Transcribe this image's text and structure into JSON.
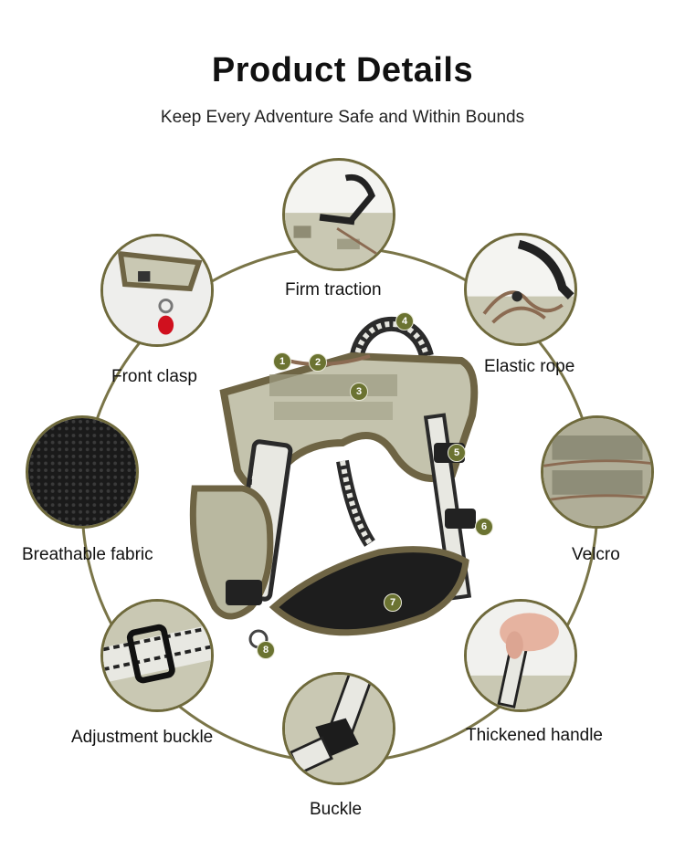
{
  "header": {
    "title": "Product Details",
    "subtitle": "Keep Every Adventure Safe and Within Bounds"
  },
  "features": [
    {
      "label": "Firm traction",
      "icon": "leash-clip-icon"
    },
    {
      "label": "Elastic rope",
      "icon": "elastic-rope-icon"
    },
    {
      "label": "Front clasp",
      "icon": "front-clasp-icon"
    },
    {
      "label": "Breathable fabric",
      "icon": "mesh-fabric-icon"
    },
    {
      "label": "Velcro",
      "icon": "velcro-patch-icon"
    },
    {
      "label": "Adjustment buckle",
      "icon": "adjustment-buckle-icon"
    },
    {
      "label": "Thickened handle",
      "icon": "handle-icon"
    },
    {
      "label": "Buckle",
      "icon": "side-release-buckle-icon"
    }
  ],
  "markers": [
    "1",
    "2",
    "3",
    "4",
    "5",
    "6",
    "7",
    "8"
  ],
  "colors": {
    "ring": "#7a7548",
    "marker": "#6b7331",
    "camo_light": "#c9c8b3",
    "camo_dark": "#8f8c74",
    "trim": "#6e6444"
  }
}
